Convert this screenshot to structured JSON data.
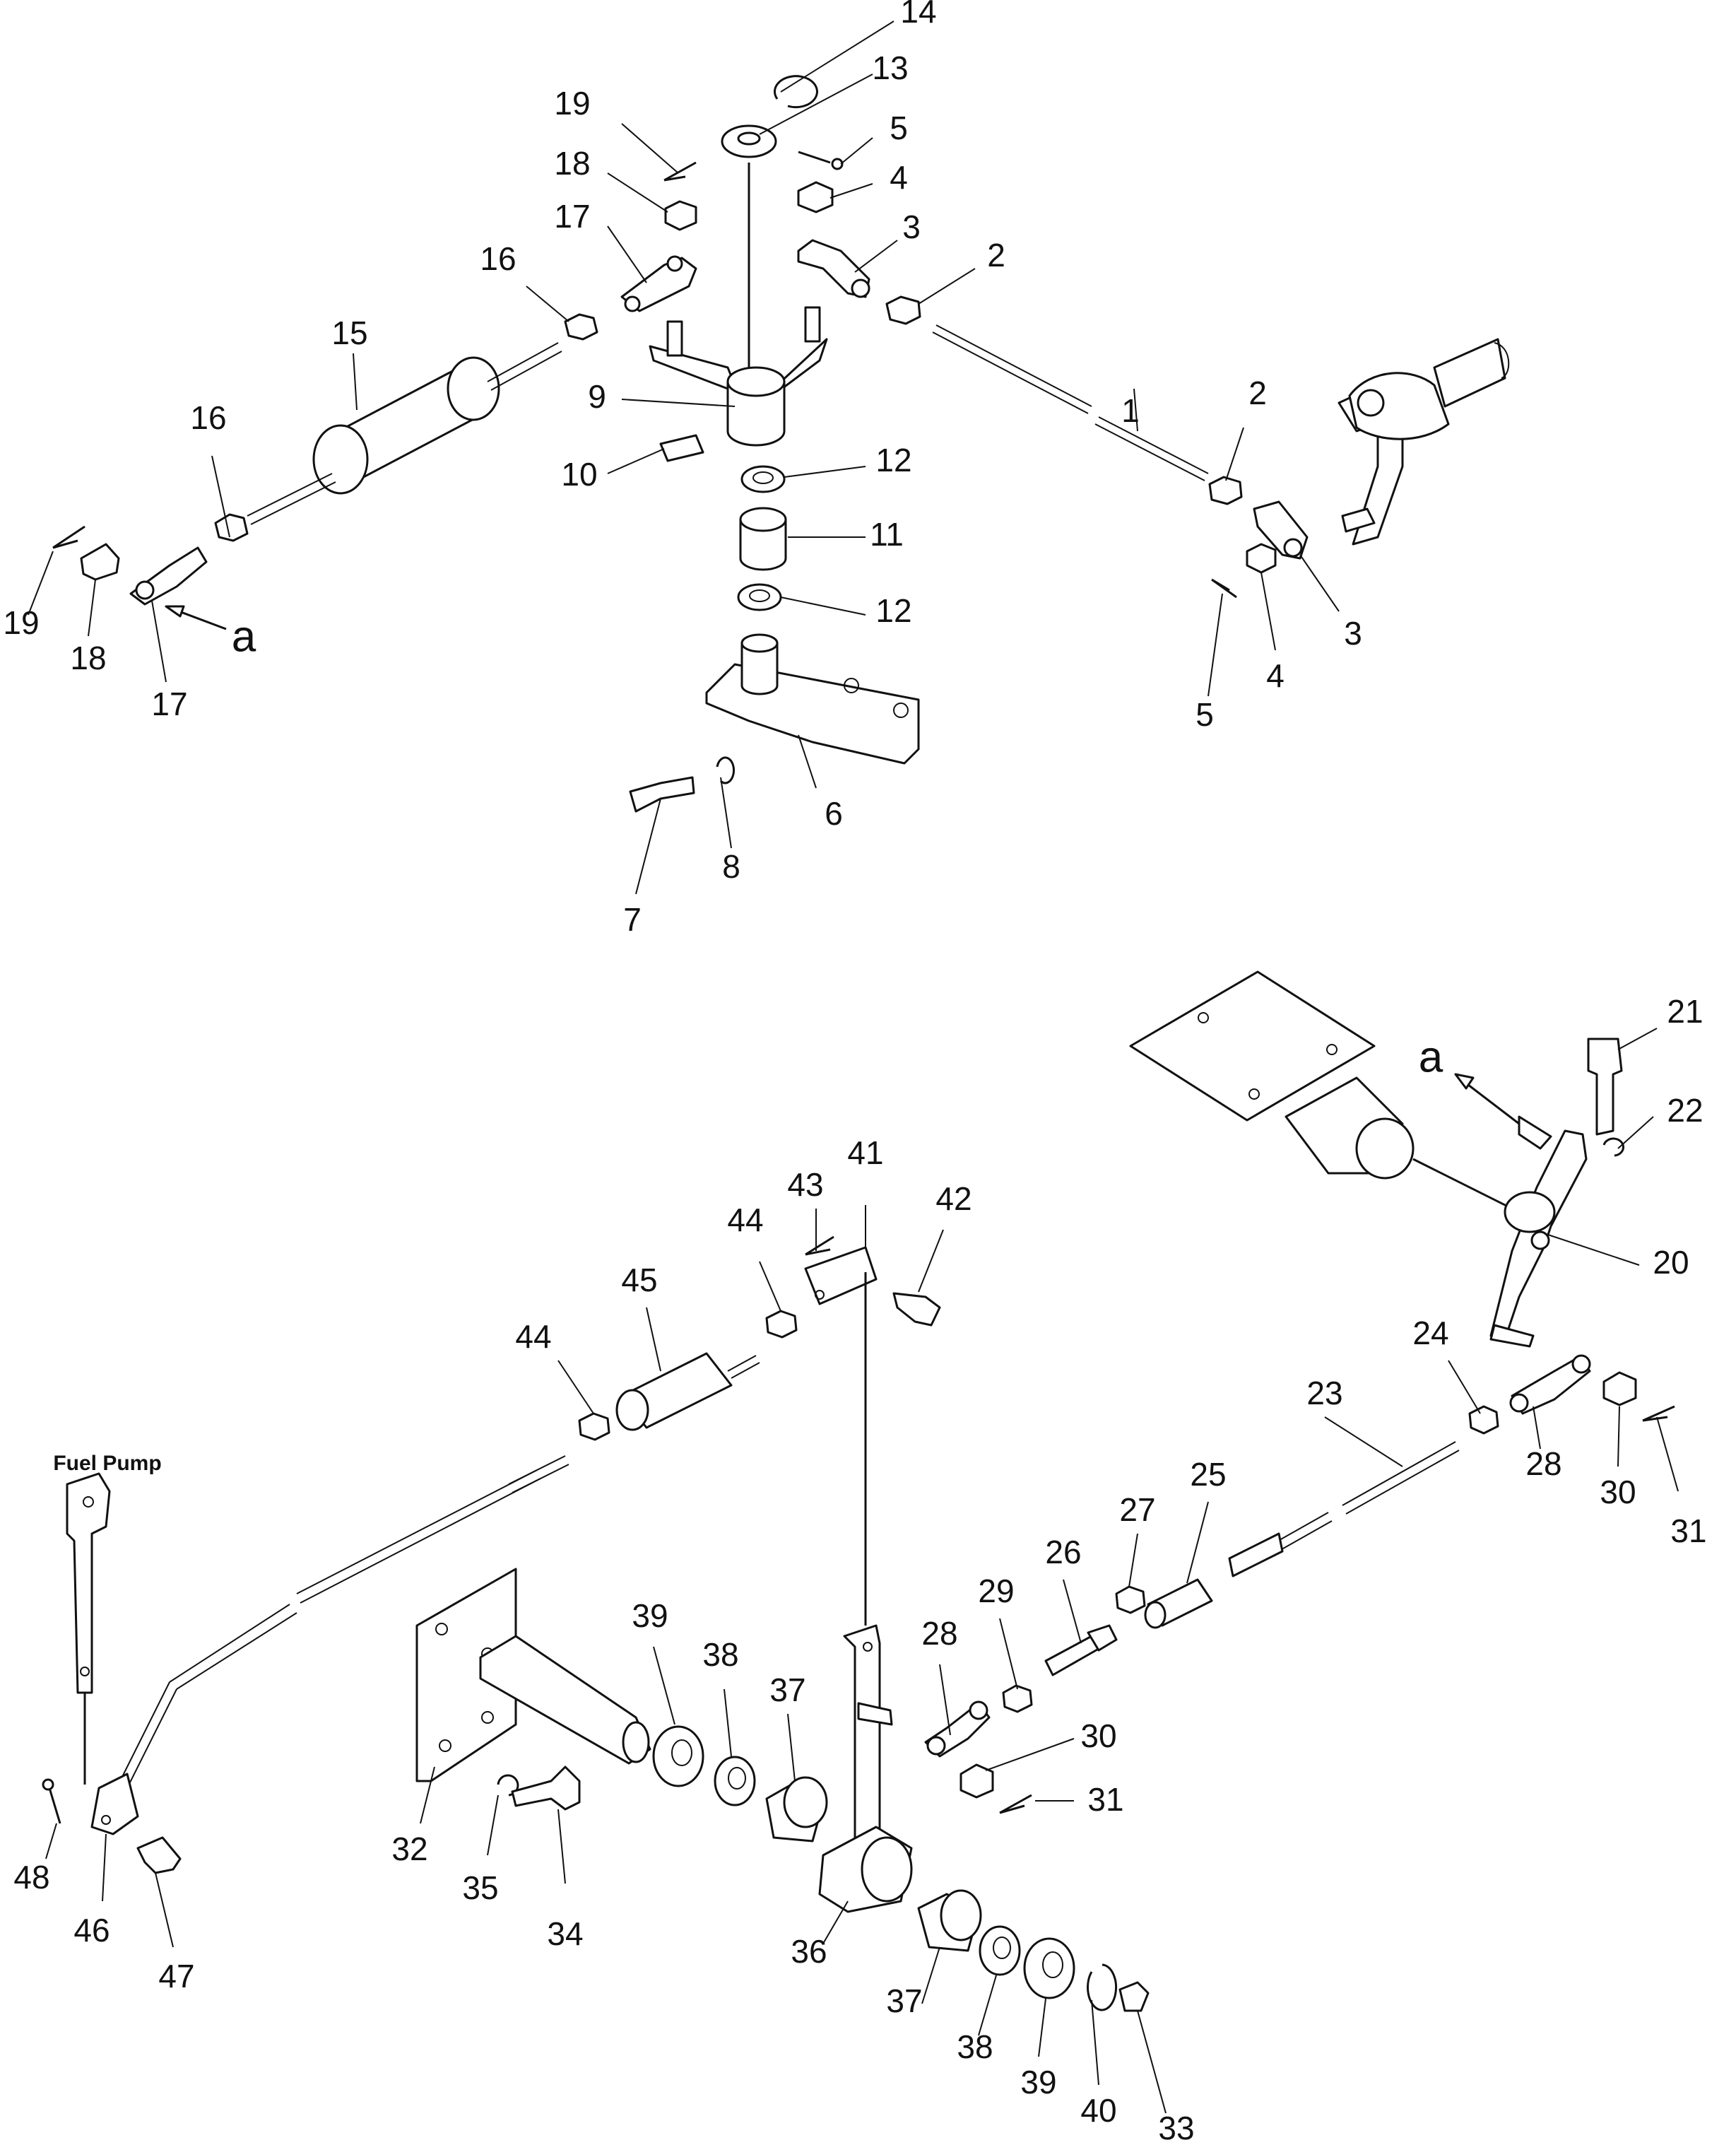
{
  "callouts": {
    "c1": "1",
    "c2": "2",
    "c3": "3",
    "c4": "4",
    "c5": "5",
    "c6": "6",
    "c7": "7",
    "c8": "8",
    "c9": "9",
    "c10": "10",
    "c11": "11",
    "c12": "12",
    "c13": "13",
    "c14": "14",
    "c15": "15",
    "c16": "16",
    "c17": "17",
    "c18": "18",
    "c19": "19",
    "c20": "20",
    "c21": "21",
    "c22": "22",
    "c23": "23",
    "c24": "24",
    "c25": "25",
    "c26": "26",
    "c27": "27",
    "c28": "28",
    "c29": "29",
    "c30": "30",
    "c31": "31",
    "c32": "32",
    "c33": "33",
    "c34": "34",
    "c35": "35",
    "c36": "36",
    "c37": "37",
    "c38": "38",
    "c39": "39",
    "c40": "40",
    "c41": "41",
    "c42": "42",
    "c43": "43",
    "c44": "44",
    "c45": "45",
    "c46": "46",
    "c47": "47",
    "c48": "48"
  },
  "reference_mark": "a",
  "fuel_pump_label": "Fuel Pump"
}
